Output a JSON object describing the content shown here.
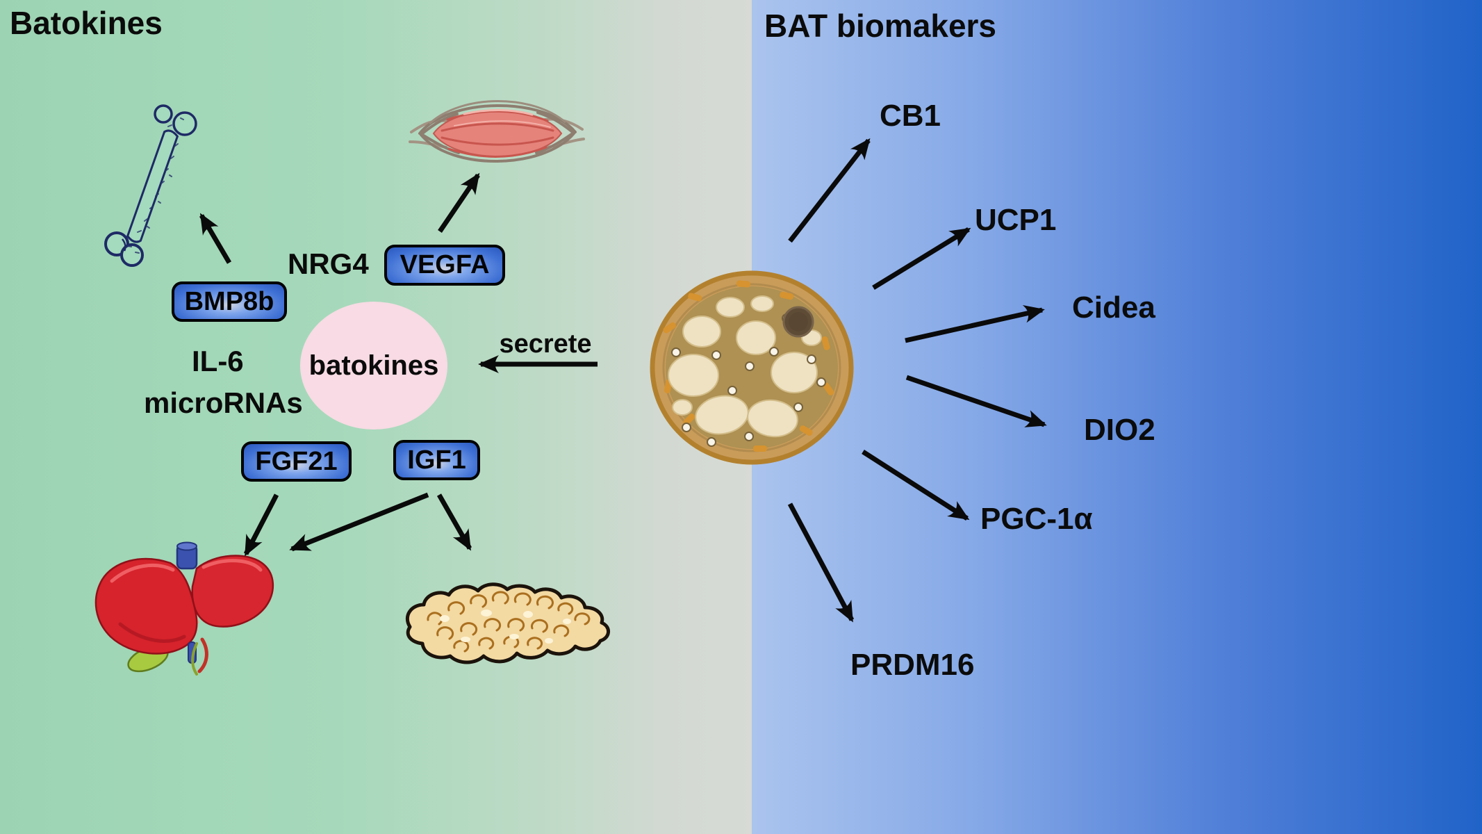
{
  "panels": {
    "left_title": "Batokines",
    "right_title": "BAT biomakers"
  },
  "batokines": {
    "hub": "batokines",
    "secrete": "secrete",
    "plain_labels": {
      "nrg4": "NRG4",
      "il6": "IL-6",
      "micrornas": "microRNAs"
    },
    "boxed_labels": {
      "bmp8b": "BMP8b",
      "vegfa": "VEGFA",
      "fgf21": "FGF21",
      "igf1": "IGF1"
    }
  },
  "bat_biomarkers": [
    "CB1",
    "UCP1",
    "Cidea",
    "DIO2",
    "PGC-1α",
    "PRDM16"
  ],
  "illustrations": {
    "bone": "bone-illustration",
    "muscle": "skeletal-muscle-illustration",
    "liver": "liver-illustration",
    "pancreas": "pancreas-illustration",
    "adipocyte": "brown-adipocyte-cell-illustration"
  },
  "colors": {
    "left_bg_green": "#9cd4b3",
    "left_bg_fade": "#d7dad5",
    "right_bg_light": "#abc4ee",
    "right_bg_dark": "#2063c8",
    "gene_box_blue": "#3f70d4",
    "hub_pink": "#f8dbe4",
    "arrow_black": "#0a0a0a"
  }
}
